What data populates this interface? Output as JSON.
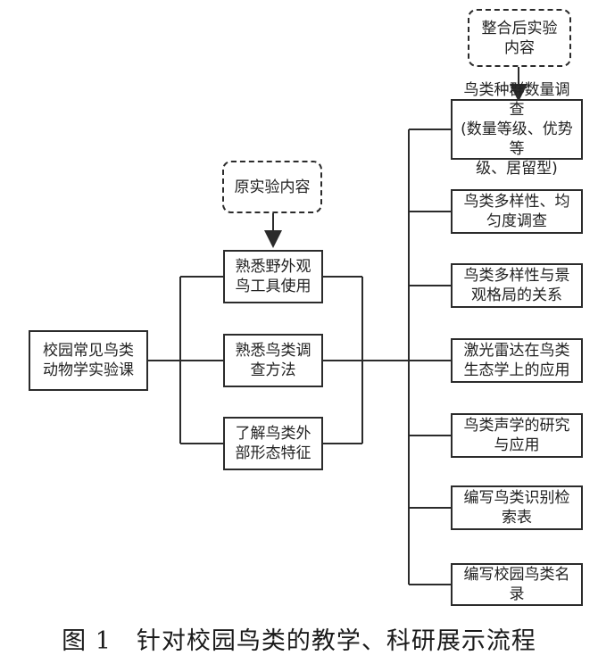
{
  "diagram": {
    "root": "校园常见鸟类\n动物学实验课",
    "original_label": "原实验内容",
    "integrated_label": "整合后实验\n内容",
    "original_items": [
      "熟悉野外观\n鸟工具使用",
      "熟悉鸟类调\n查方法",
      "了解鸟类外\n部形态特征"
    ],
    "integrated_items": [
      "鸟类种群数量调查\n(数量等级、优势等\n级、居留型)",
      "鸟类多样性、均\n匀度调查",
      "鸟类多样性与景\n观格局的关系",
      "激光雷达在鸟类\n生态学上的应用",
      "鸟类声学的研究\n与应用",
      "编写鸟类识别检\n索表",
      "编写校园鸟类名录"
    ]
  },
  "caption": "图 1　针对校园鸟类的教学、科研展示流程"
}
